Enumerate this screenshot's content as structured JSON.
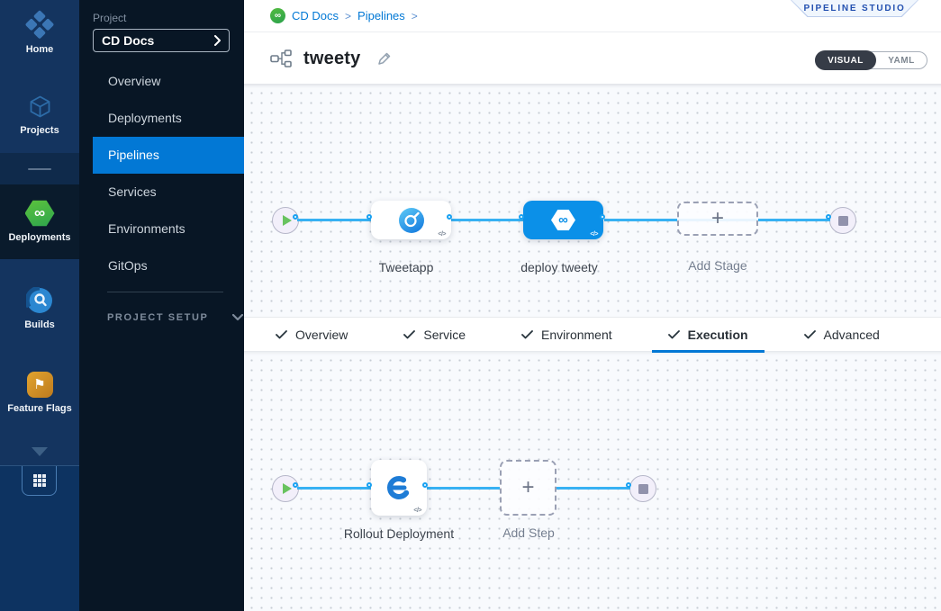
{
  "badge": {
    "label": "PIPELINE STUDIO"
  },
  "rail": {
    "items": [
      {
        "label": "Home"
      },
      {
        "label": "Projects"
      },
      {
        "label": "Deployments"
      },
      {
        "label": "Builds"
      },
      {
        "label": "Feature Flags"
      }
    ]
  },
  "sidebar": {
    "project_label": "Project",
    "project_value": "CD Docs",
    "items": [
      {
        "label": "Overview"
      },
      {
        "label": "Deployments"
      },
      {
        "label": "Pipelines"
      },
      {
        "label": "Services"
      },
      {
        "label": "Environments"
      },
      {
        "label": "GitOps"
      }
    ],
    "project_setup_label": "PROJECT SETUP"
  },
  "breadcrumb": {
    "items": [
      "CD Docs",
      "Pipelines"
    ],
    "separator": ">"
  },
  "header": {
    "title": "tweety",
    "toggle": {
      "visual": "VISUAL",
      "yaml": "YAML"
    }
  },
  "stage_canvas": {
    "stages": [
      {
        "name": "Tweetapp"
      },
      {
        "name": "deploy tweety"
      }
    ],
    "add_stage_label": "Add Stage"
  },
  "tabs": {
    "items": [
      {
        "label": "Overview",
        "checked": true
      },
      {
        "label": "Service",
        "checked": true
      },
      {
        "label": "Environment",
        "checked": true
      },
      {
        "label": "Execution",
        "checked": true,
        "active": true
      },
      {
        "label": "Advanced",
        "checked": true
      }
    ]
  },
  "execution_canvas": {
    "steps": [
      {
        "name": "Rollout Deployment"
      }
    ],
    "add_step_label": "Add Step"
  },
  "icons": {
    "infinity": "∞",
    "flag": "⚑",
    "plus": "+",
    "code": "</>",
    "chevron_right": "›"
  },
  "colors": {
    "accent_blue": "#0278d5",
    "connector_blue": "#37b1f3",
    "selected_stage_blue": "#0b90e8",
    "success_green": "#42b549",
    "rail_navy": "#14345f",
    "sidebar_navy": "#081625"
  }
}
